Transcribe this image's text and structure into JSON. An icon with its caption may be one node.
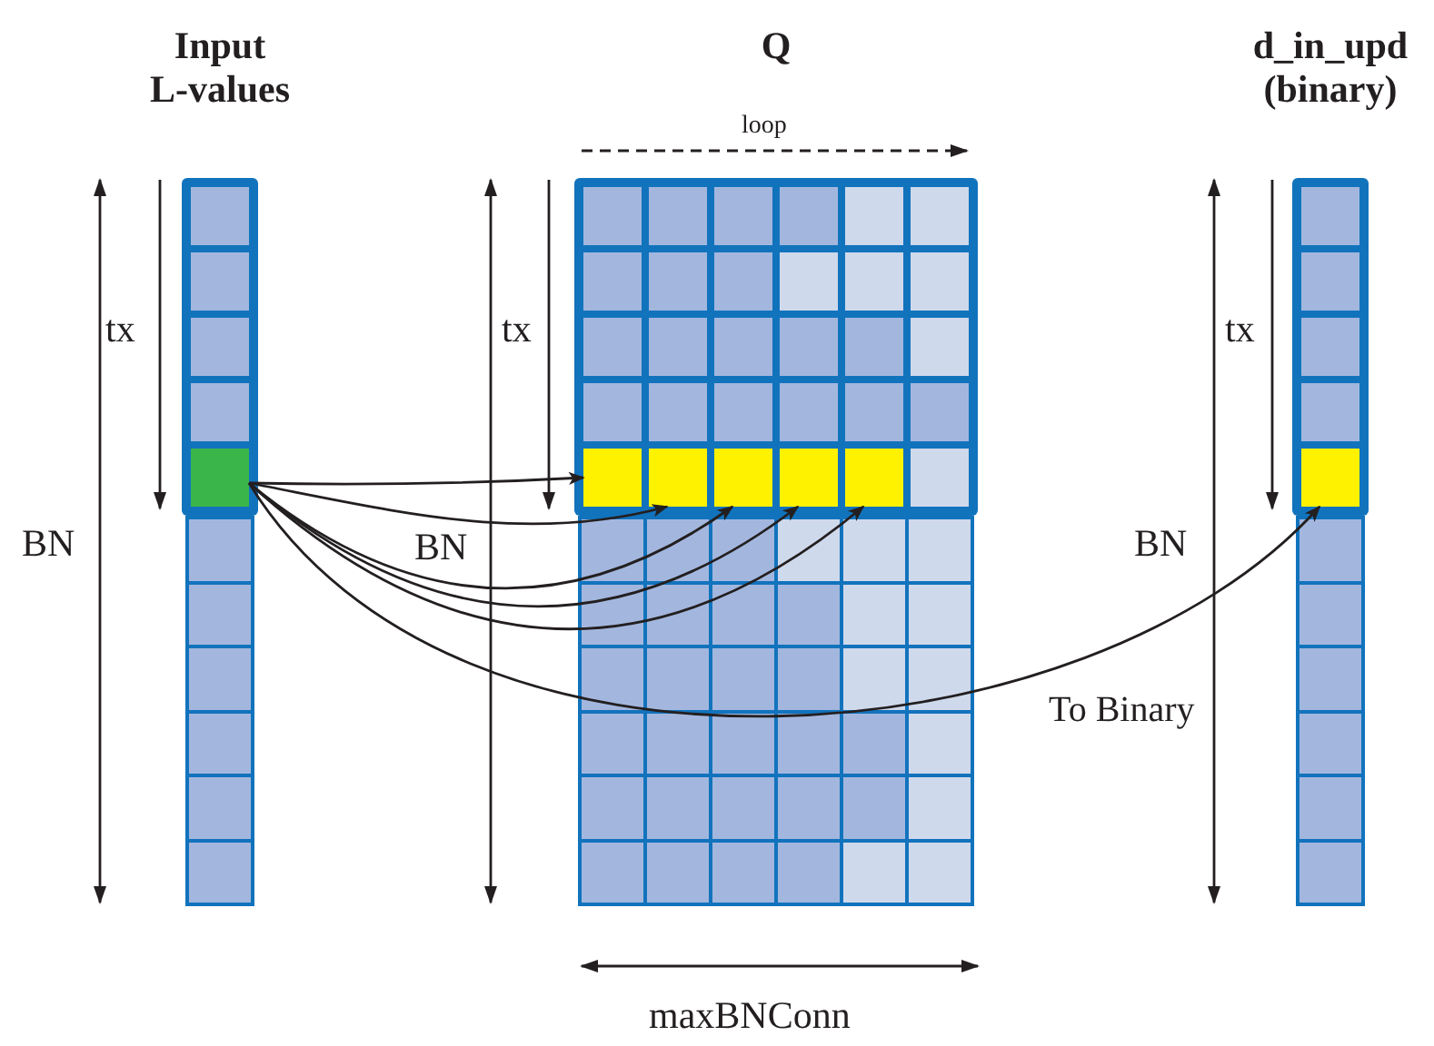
{
  "diagram": {
    "nodes": [
      {
        "text": [
          "Input L-values"
        ]
      },
      {
        "text": [],
        "shape": "box",
        "in": 0
      },
      {
        "text": [
          "Q"
        ]
      },
      {
        "text": [],
        "shape": "box",
        "in": 2
      },
      {
        "text": [],
        "shape": "box",
        "in": 2
      },
      {
        "text": [],
        "shape": "box",
        "in": 2
      },
      {
        "text": [],
        "shape": "box",
        "in": 2
      },
      {
        "text": [],
        "shape": "box",
        "in": 2
      },
      {
        "text": [
          "d_in_upd (binary)"
        ]
      },
      {
        "text": [],
        "shape": "box",
        "in": 8
      }
    ],
    "edges": [
      {
        "from": 1,
        "to": 3,
        "arrow": "to"
      },
      {
        "from": 1,
        "to": 4,
        "arrow": "to"
      },
      {
        "from": 1,
        "to": 5,
        "arrow": "to"
      },
      {
        "from": 1,
        "to": 6,
        "arrow": "to"
      },
      {
        "from": 1,
        "to": 7,
        "arrow": "to"
      },
      {
        "from": 1,
        "to": 9,
        "arrow": "to",
        "label": "To Binary"
      }
    ],
    "labels": [
      "loop",
      "tx",
      "tx",
      "tx",
      "BN",
      "BN",
      "BN",
      "maxBNConn"
    ]
  }
}
